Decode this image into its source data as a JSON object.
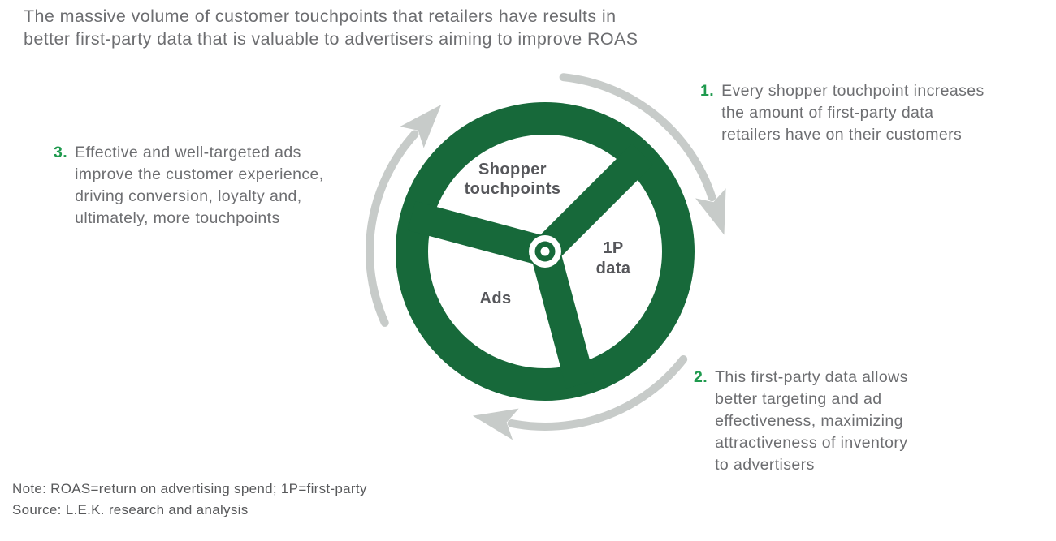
{
  "title": "The massive volume of customer touchpoints that retailers have results in\nbetter first-party data that is valuable to advertisers aiming to improve ROAS",
  "wheel": {
    "segments": [
      {
        "label": "Shopper\ntouchpoints"
      },
      {
        "label": "1P\ndata"
      },
      {
        "label": "Ads"
      }
    ]
  },
  "annotations": [
    {
      "number": "1.",
      "text": "Every shopper touchpoint increases\nthe amount of first-party data\nretailers have on their customers"
    },
    {
      "number": "2.",
      "text": "This first-party data allows\nbetter targeting and ad\neffectiveness, maximizing\nattractiveness of inventory\nto advertisers"
    },
    {
      "number": "3.",
      "text": "Effective and well-targeted ads\nimprove the customer experience,\ndriving conversion, loyalty and,\nultimately, more touchpoints"
    }
  ],
  "footnote": {
    "note": "Note: ROAS=return on advertising spend; 1P=first-party",
    "source": "Source: L.E.K. research and analysis"
  },
  "colors": {
    "wheel_green": "#17693a",
    "accent_green": "#1f9a4e",
    "arrow_gray": "#c7cbc9",
    "title_gray": "#6d6e71",
    "label_gray": "#56575b",
    "hub_white": "#ffffff"
  }
}
